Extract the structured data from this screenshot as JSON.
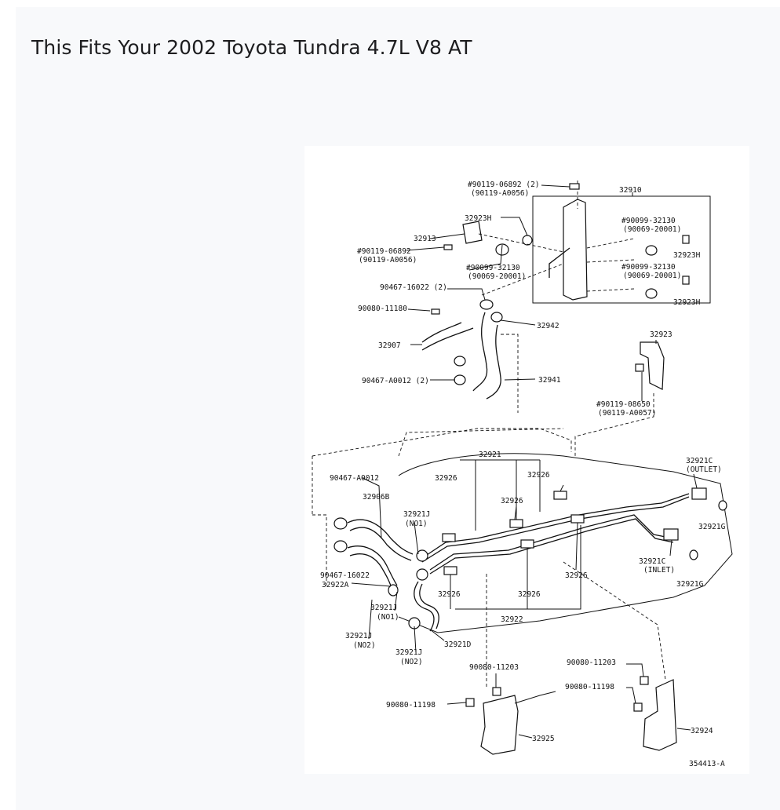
{
  "page": {
    "title": "This Fits Your 2002 Toyota Tundra 4.7L V8 AT"
  },
  "diagram": {
    "labels": {
      "l01": "#90119-06892 (2)",
      "l02": "(90119-A0056)",
      "l03": "32910",
      "l04": "32923H",
      "l05": "#90099-32130",
      "l06": "(90069-20001)",
      "l07": "32913",
      "l08": "#90119-06892",
      "l09": "(90119-A0056)",
      "l10": "32923H",
      "l11": "#90099-32130",
      "l12": "(90069-20001)",
      "l13": "#90099-32130",
      "l14": "(90069-20001)",
      "l15": "90467-16022 (2)",
      "l16": "32923H",
      "l17": "90080-11180",
      "l18": "32942",
      "l19": "32907",
      "l20": "32923",
      "l21": "90467-A0012 (2)",
      "l22": "32941",
      "l23": "#90119-08650",
      "l24": "(90119-A0057)",
      "l25": "32921",
      "l26": "32921C",
      "l27": "(OUTLET)",
      "l28": "90467-A0012",
      "l29": "32926",
      "l30": "32926",
      "l31": "32906B",
      "l32": "32926",
      "l33": "32921J",
      "l34": "(NO1)",
      "l35": "32921G",
      "l36": "32921C",
      "l37": "(INLET)",
      "l38": "90467-16022",
      "l39": "32922A",
      "l40": "32926",
      "l41": "32921G",
      "l42": "32921J",
      "l43": "(NO1)",
      "l44": "32926",
      "l45": "32926",
      "l46": "32921J",
      "l47": "(NO2)",
      "l48": "32922",
      "l49": "32921J",
      "l50": "(NO2)",
      "l51": "32921D",
      "l52": "90080-11203",
      "l53": "90080-11203",
      "l54": "90080-11198",
      "l55": "90080-11198",
      "l56": "32925",
      "l57": "32924",
      "l58": "354413-A"
    }
  }
}
